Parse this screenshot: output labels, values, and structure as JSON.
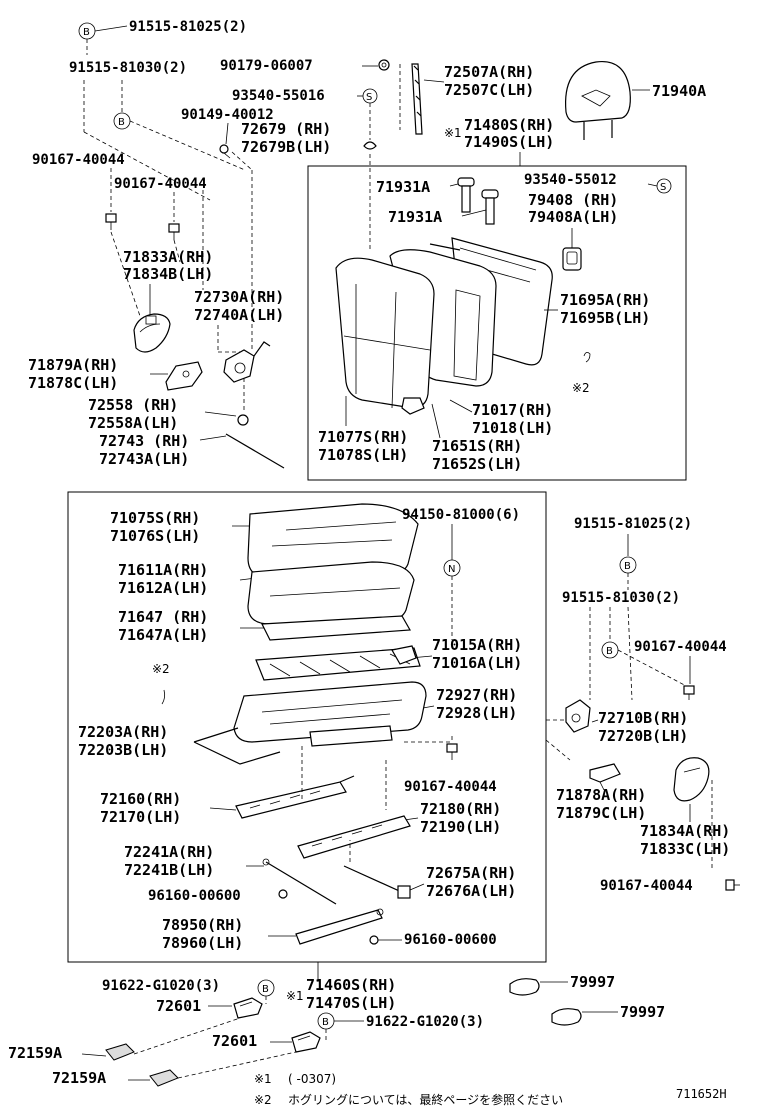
{
  "diagram_id": "711652H",
  "callouts": {
    "c91515_81025_top": "91515-81025(2)",
    "c91515_81030_top": "91515-81030(2)",
    "c90179_06007": "90179-06007",
    "c93540_55016": "93540-55016",
    "c90149_40012": "90149-40012",
    "c72679": "72679 (RH)",
    "c72679b": "72679B(LH)",
    "c90167_40044_a": "90167-40044",
    "c90167_40044_b": "90167-40044",
    "c71833a": "71833A(RH)",
    "c71834b": "71834B(LH)",
    "c72730a": "72730A(RH)",
    "c72740a": "72740A(LH)",
    "c71879a": "71879A(RH)",
    "c71878c": "71878C(LH)",
    "c72558": "72558 (RH)",
    "c72558a": "72558A(LH)",
    "c72743": "72743 (RH)",
    "c72743a": "72743A(LH)",
    "c72507a": "72507A(RH)",
    "c72507c": "72507C(LH)",
    "c71940a": "71940A",
    "c71480s": "71480S(RH)",
    "c71490s": "71490S(LH)",
    "c71931a_1": "71931A",
    "c71931a_2": "71931A",
    "c93540_55012": "93540-55012",
    "c79408": "79408 (RH)",
    "c79408a": "79408A(LH)",
    "c71695a": "71695A(RH)",
    "c71695b": "71695B(LH)",
    "c71017": "71017(RH)",
    "c71018": "71018(LH)",
    "c71077s": "71077S(RH)",
    "c71078s": "71078S(LH)",
    "c71651s": "71651S(RH)",
    "c71652s": "71652S(LH)",
    "c71075s": "71075S(RH)",
    "c71076s": "71076S(LH)",
    "c94150_81000": "94150-81000(6)",
    "c71611a": "71611A(RH)",
    "c71612a": "71612A(LH)",
    "c71647": "71647 (RH)",
    "c71647a": "71647A(LH)",
    "c71015a": "71015A(RH)",
    "c71016a": "71016A(LH)",
    "c72927": "72927(RH)",
    "c72928": "72928(LH)",
    "c72203a": "72203A(RH)",
    "c72203b": "72203B(LH)",
    "c90167_40044_c": "90167-40044",
    "c72160": "72160(RH)",
    "c72170": "72170(LH)",
    "c72180": "72180(RH)",
    "c72190": "72190(LH)",
    "c72241a": "72241A(RH)",
    "c72241b": "72241B(LH)",
    "c72675a": "72675A(RH)",
    "c72676a": "72676A(LH)",
    "c96160_00600_a": "96160-00600",
    "c78950": "78950(RH)",
    "c78960": "78960(LH)",
    "c96160_00600_b": "96160-00600",
    "c91515_81025_r": "91515-81025(2)",
    "c91515_81030_r": "91515-81030(2)",
    "c90167_40044_r": "90167-40044",
    "c72710b": "72710B(RH)",
    "c72720b": "72720B(LH)",
    "c71878a": "71878A(RH)",
    "c71879c": "71879C(LH)",
    "c71834a": "71834A(RH)",
    "c71833c": "71833C(LH)",
    "c90167_40044_r2": "90167-40044",
    "c91622_g1020_a": "91622-G1020(3)",
    "c72601_a": "72601",
    "c71460s": "71460S(RH)",
    "c71470s": "71470S(LH)",
    "c91622_g1020_b": "91622-G1020(3)",
    "c72601_b": "72601",
    "c72159a_1": "72159A",
    "c72159a_2": "72159A",
    "c79997_1": "79997",
    "c79997_2": "79997"
  },
  "symbols": {
    "b": "B",
    "s": "S",
    "n": "N",
    "mark1": "※1",
    "mark2": "※2"
  },
  "notes": {
    "note1_mark": "※1",
    "note1_text": "(      -0307)",
    "note2_mark": "※2",
    "note2_text": "ホグリングについては、最終ページを参照ください"
  }
}
